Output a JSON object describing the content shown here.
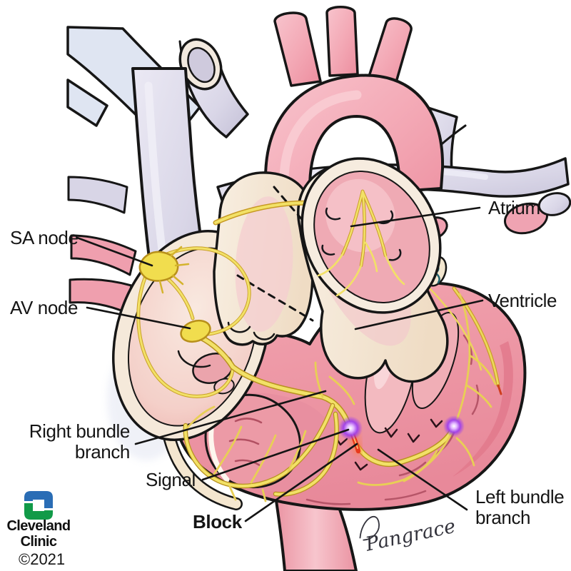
{
  "figure": {
    "type": "medical-illustration",
    "subject": "Heart cross-section showing the electrical conduction system with a bundle branch block"
  },
  "labels": {
    "sa_node": "SA node",
    "av_node": "AV node",
    "atrium": "Atrium",
    "ventricle": "Ventricle",
    "right_bundle_line1": "Right bundle",
    "right_bundle_line2": "branch",
    "signal": "Signal",
    "block": "Block",
    "left_bundle_line1": "Left bundle",
    "left_bundle_line2": "branch"
  },
  "branding": {
    "org_line1": "Cleveland",
    "org_line2": "Clinic",
    "copyright": "©2021"
  },
  "signature": {
    "artist": "Pangrace"
  },
  "colors": {
    "background": "#ffffff",
    "outline": "#161616",
    "heart_rose": "#ee9aa6",
    "muscle_shadow": "#e2798c",
    "atrium_pink": "#efaab4",
    "cut_surface_cream": "#f6ecdf",
    "vessel_lavender": "#d9d6e7",
    "aorta_pink": "#f3abb6",
    "conduction_yellow": "#f2e167",
    "node_yellow": "#f1dd4e",
    "signal_purple": "#9b3bf0",
    "block_red": "#e8391b",
    "leader_line": "#141414",
    "logo_blue": "#2a6db5",
    "logo_green": "#119a48"
  }
}
